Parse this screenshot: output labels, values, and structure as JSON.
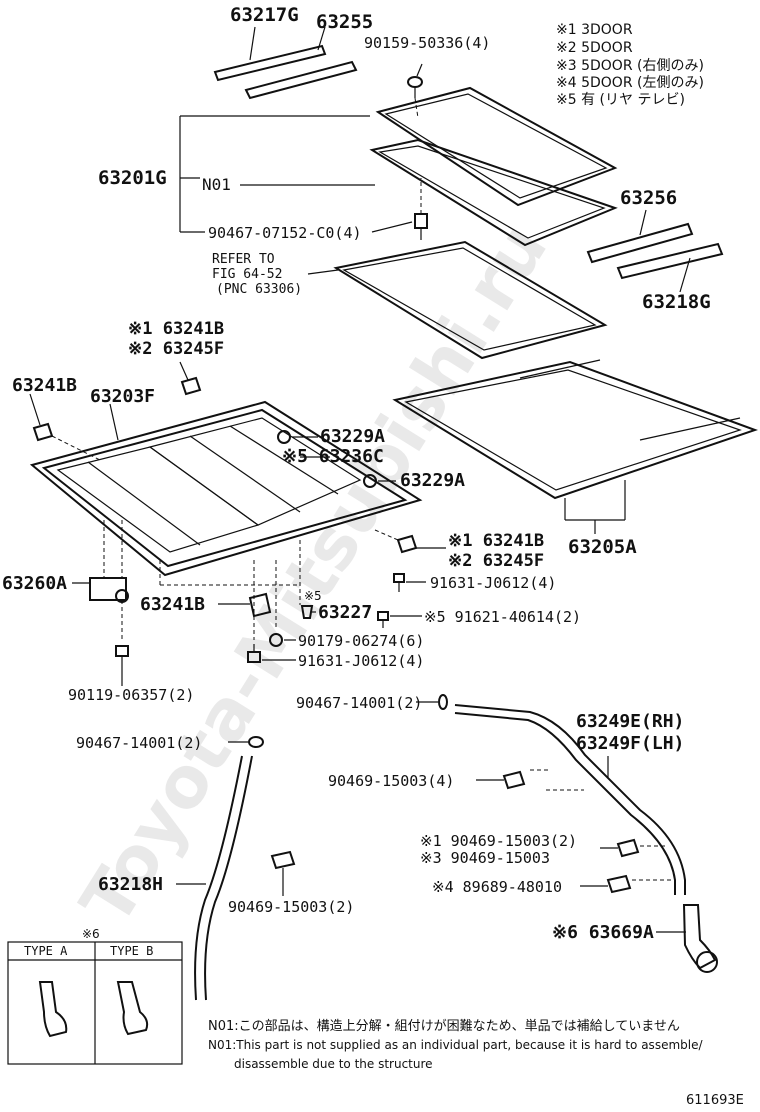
{
  "watermark": "Toyota-Mitsubishi.ru",
  "diagram_id": "611693E",
  "legend": [
    "※1 3DOOR",
    "※2 5DOOR",
    "※3 5DOOR (右側のみ)",
    "※4 5DOOR (左側のみ)",
    "※5 有 (リヤ テレビ)"
  ],
  "labels": {
    "p63217G": "63217G",
    "p63255": "63255",
    "p90159": "90159-50336(4)",
    "p63201G": "63201G",
    "pN01": "N01",
    "p90467_07152": "90467-07152-C0(4)",
    "p63256": "63256",
    "refer1": "REFER TO",
    "refer2": "FIG 64-52",
    "refer3": "(PNC 63306)",
    "p63218G": "63218G",
    "p63241B_top_a": "※1 63241B",
    "p63245F_top_a": "※2 63245F",
    "p63241B_left": "63241B",
    "p63203F": "63203F",
    "p63229A_1": "63229A",
    "p63236C": "※5 63236C",
    "p63229A_2": "63229A",
    "p63205A": "63205A",
    "p63241B_right": "※1 63241B",
    "p63245F_right": "※2 63245F",
    "p91631_a": "91631-J0612(4)",
    "p63260A": "63260A",
    "p63241B_bottom": "63241B",
    "p63227_mark": "※5",
    "p63227": "63227",
    "p91621": "※5 91621-40614(2)",
    "p90179": "90179-06274(6)",
    "p91631_b": "91631-J0612(4)",
    "p90119": "90119-06357(2)",
    "p90467_14001_a": "90467-14001(2)",
    "p63249E": "63249E(RH)",
    "p63249F": "63249F(LH)",
    "p90467_14001_b": "90467-14001(2)",
    "p90469_a": "90469-15003(4)",
    "p90469_b": "※1 90469-15003(2)",
    "p90469_c": "※3 90469-15003",
    "p89689": "※4 89689-48010",
    "p63218H": "63218H",
    "p90469_d": "90469-15003(2)",
    "p63669A": "※6 63669A"
  },
  "type_box": {
    "mark": "※6",
    "type_a": "TYPE A",
    "type_b": "TYPE B"
  },
  "notes": {
    "jp": "N01:この部品は、構造上分解・組付けが困難なため、単品では補給していません",
    "en1": "N01:This part is not supplied as an individual part, because it is hard to assemble/",
    "en2": "disassemble due to the structure"
  }
}
